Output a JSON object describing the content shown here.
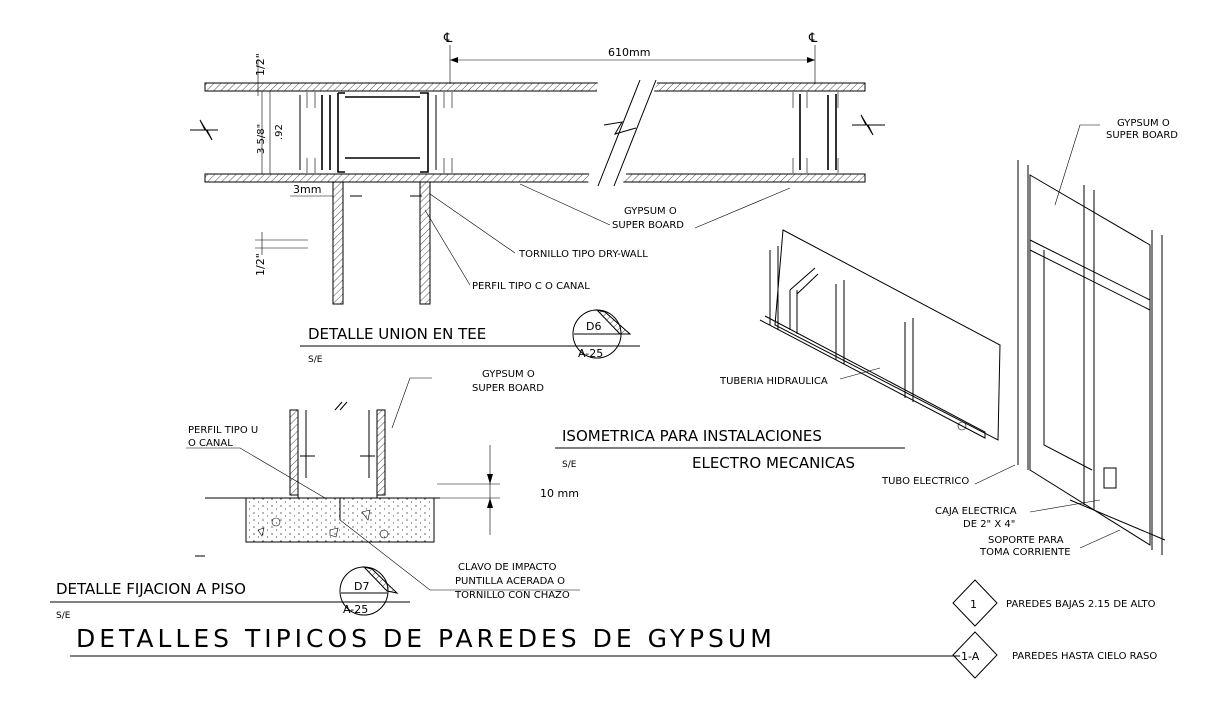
{
  "dims": {
    "top_half_inch": "1/2\"",
    "side_half_inch": "1/2\"",
    "stud_width": "3 5/8\"",
    "stud_metric": ".92",
    "gap": "3mm",
    "spacing": "610mm",
    "base_gap": "10 mm",
    "centerline": "℄"
  },
  "labels": {
    "gypsum_top": [
      "GYPSUM O",
      "SUPER BOARD"
    ],
    "tornillo": "TORNILLO TIPO DRY-WALL",
    "perfil_c": "PERFIL TIPO C O CANAL",
    "gypsum_mid": [
      "GYPSUM O",
      "SUPER BOARD"
    ],
    "perfil_u": [
      "PERFIL TIPO U",
      "O CANAL"
    ],
    "clavo": [
      "CLAVO DE IMPACTO",
      "PUNTILLA ACERADA O",
      "TORNILLO CON CHAZO"
    ],
    "tuberia": "TUBERIA HIDRAULICA",
    "gypsum_iso": [
      "GYPSUM O",
      "SUPER BOARD"
    ],
    "tubo": "TUBO ELECTRICO",
    "caja": [
      "CAJA ELECTRICA",
      "DE 2\" X 4\""
    ],
    "soporte": [
      "SOPORTE PARA",
      "TOMA CORRIENTE"
    ]
  },
  "titles": {
    "d6_title": "DETALLE UNION EN TEE",
    "d6_scale": "S/E",
    "d6_bubble_top": "D6",
    "d6_bubble_bottom": "A-25",
    "d7_title": "DETALLE FIJACION A PISO",
    "d7_scale": "S/E",
    "d7_bubble_top": "D7",
    "d7_bubble_bottom": "A-25",
    "iso_title_1": "ISOMETRICA PARA INSTALACIONES",
    "iso_title_2": "ELECTRO MECANICAS",
    "iso_scale": "S/E",
    "sheet_title": "DETALLES TIPICOS DE PAREDES DE GYPSUM"
  },
  "legend": [
    {
      "tag": "1",
      "text": "PAREDES BAJAS 2.15 DE ALTO"
    },
    {
      "tag": "1-A",
      "text": "PAREDES HASTA CIELO RASO"
    }
  ]
}
